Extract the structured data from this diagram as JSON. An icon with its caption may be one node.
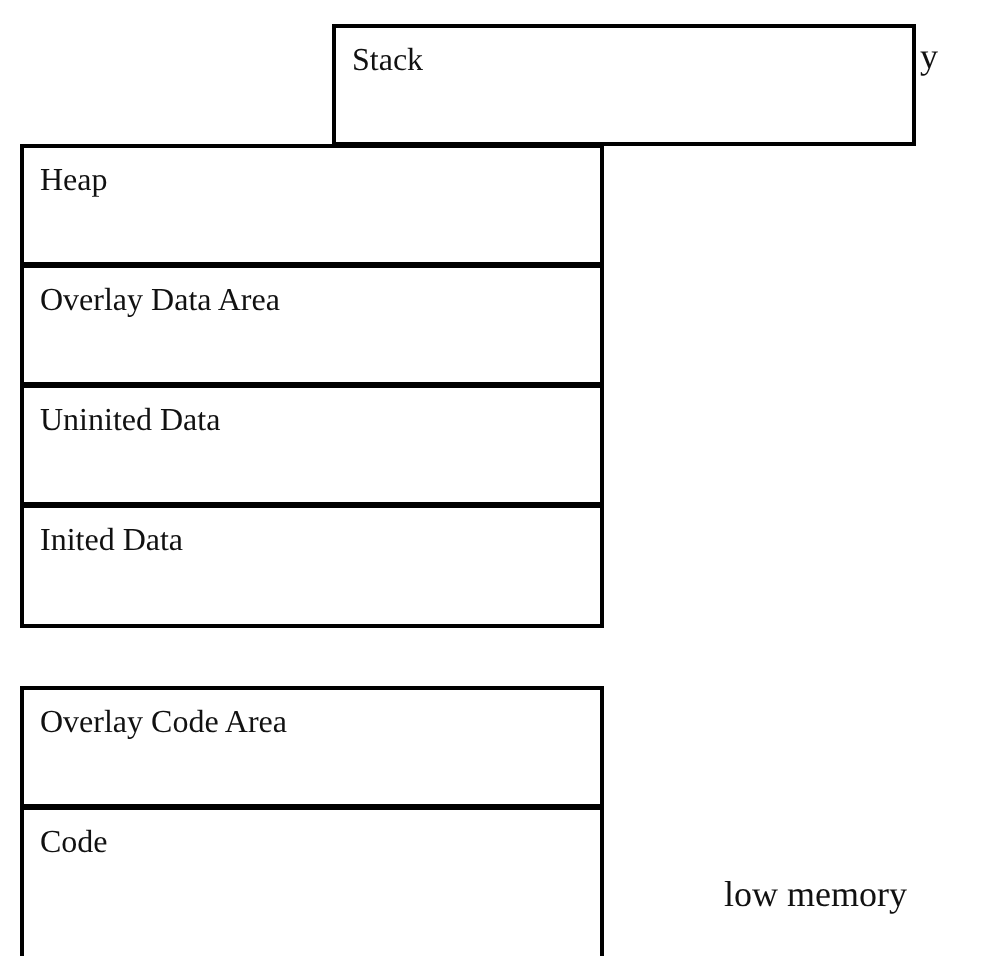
{
  "diagram": {
    "nodes": [
      {
        "text": [
          "Stack"
        ]
      },
      {
        "text": [
          "Heap"
        ]
      },
      {
        "text": [
          "Overlay Data Area"
        ]
      },
      {
        "text": [
          "Uninited Data"
        ]
      },
      {
        "text": [
          "Inited Data"
        ]
      },
      {
        "text": [
          "Overlay Code Area"
        ]
      },
      {
        "text": [
          "Code"
        ]
      }
    ],
    "edges": [],
    "labels": [
      "y",
      "low memory"
    ]
  }
}
